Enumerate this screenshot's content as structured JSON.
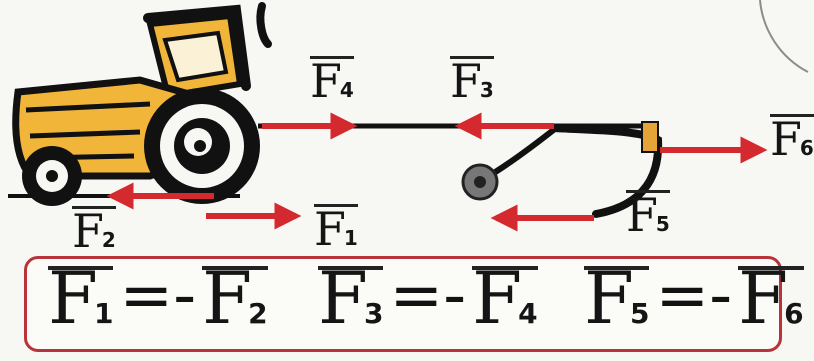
{
  "labels": {
    "f1": {
      "letter": "F",
      "sub": "1"
    },
    "f2": {
      "letter": "F",
      "sub": "2"
    },
    "f3": {
      "letter": "F",
      "sub": "3"
    },
    "f4": {
      "letter": "F",
      "sub": "4"
    },
    "f5": {
      "letter": "F",
      "sub": "5"
    },
    "f6": {
      "letter": "F",
      "sub": "6"
    }
  },
  "equations": [
    {
      "left": {
        "letter": "F",
        "sub": "1"
      },
      "op": "=-",
      "right": {
        "letter": "F",
        "sub": "2"
      }
    },
    {
      "left": {
        "letter": "F",
        "sub": "3"
      },
      "op": "=-",
      "right": {
        "letter": "F",
        "sub": "4"
      }
    },
    {
      "left": {
        "letter": "F",
        "sub": "5"
      },
      "op": "=-",
      "right": {
        "letter": "F",
        "sub": "6"
      }
    }
  ],
  "colors": {
    "arrow": "#d42a2f",
    "tractor": "#f1b53a",
    "outline": "#111111",
    "box_border": "#b8333a"
  }
}
